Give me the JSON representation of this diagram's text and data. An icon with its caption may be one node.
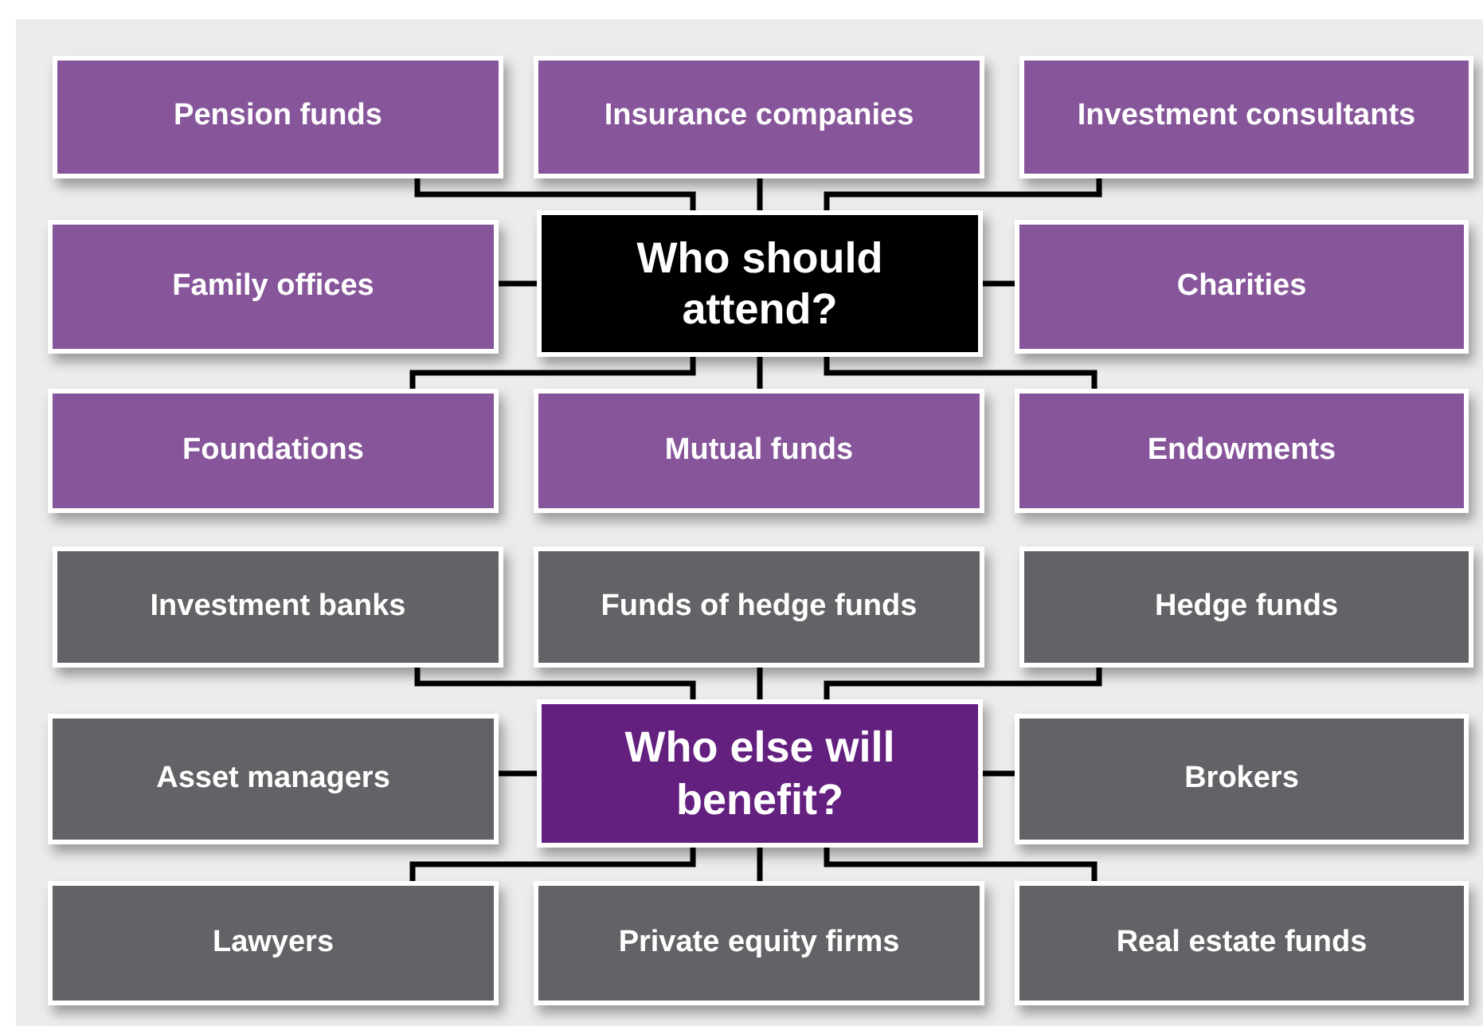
{
  "diagram": {
    "nodes": [
      {
        "text": [
          "Pension funds"
        ]
      },
      {
        "text": [
          "Insurance companies"
        ]
      },
      {
        "text": [
          "Investment consultants"
        ]
      },
      {
        "text": [
          "Family offices"
        ]
      },
      {
        "text": [
          "Who should attend?"
        ]
      },
      {
        "text": [
          "Charities"
        ]
      },
      {
        "text": [
          "Foundations"
        ]
      },
      {
        "text": [
          "Mutual funds"
        ]
      },
      {
        "text": [
          "Endowments"
        ]
      },
      {
        "text": [
          "Investment banks"
        ]
      },
      {
        "text": [
          "Funds of hedge funds"
        ]
      },
      {
        "text": [
          "Hedge funds"
        ]
      },
      {
        "text": [
          "Asset managers"
        ]
      },
      {
        "text": [
          "Who else will benefit?"
        ]
      },
      {
        "text": [
          "Brokers"
        ]
      },
      {
        "text": [
          "Lawyers"
        ]
      },
      {
        "text": [
          "Private equity firms"
        ]
      },
      {
        "text": [
          "Real estate funds"
        ]
      }
    ],
    "edges": [
      {
        "from": 4,
        "to": 0,
        "arrow": "none"
      },
      {
        "from": 4,
        "to": 1,
        "arrow": "none"
      },
      {
        "from": 4,
        "to": 2,
        "arrow": "none"
      },
      {
        "from": 4,
        "to": 3,
        "arrow": "none"
      },
      {
        "from": 4,
        "to": 5,
        "arrow": "none"
      },
      {
        "from": 4,
        "to": 6,
        "arrow": "none"
      },
      {
        "from": 4,
        "to": 7,
        "arrow": "none"
      },
      {
        "from": 4,
        "to": 8,
        "arrow": "none"
      },
      {
        "from": 13,
        "to": 9,
        "arrow": "none"
      },
      {
        "from": 13,
        "to": 10,
        "arrow": "none"
      },
      {
        "from": 13,
        "to": 11,
        "arrow": "none"
      },
      {
        "from": 13,
        "to": 12,
        "arrow": "none"
      },
      {
        "from": 13,
        "to": 14,
        "arrow": "none"
      },
      {
        "from": 13,
        "to": 15,
        "arrow": "none"
      },
      {
        "from": 13,
        "to": 16,
        "arrow": "none"
      },
      {
        "from": 13,
        "to": 17,
        "arrow": "none"
      }
    ]
  }
}
